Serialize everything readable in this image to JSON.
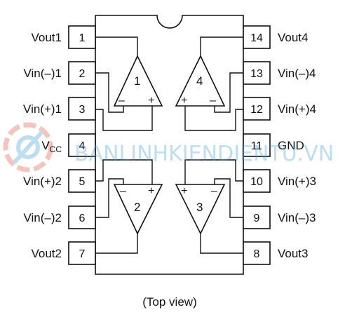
{
  "pins": [
    {
      "num": "1",
      "label": "Vout1"
    },
    {
      "num": "2",
      "label": "Vin(–)1"
    },
    {
      "num": "3",
      "label": "Vin(+)1"
    },
    {
      "num": "4",
      "label": "V",
      "sub": "CC"
    },
    {
      "num": "5",
      "label": "Vin(+)2"
    },
    {
      "num": "6",
      "label": "Vin(–)2"
    },
    {
      "num": "7",
      "label": "Vout2"
    },
    {
      "num": "8",
      "label": "Vout3"
    },
    {
      "num": "9",
      "label": "Vin(–)3"
    },
    {
      "num": "10",
      "label": "Vin(+)3"
    },
    {
      "num": "11",
      "label": "GND"
    },
    {
      "num": "12",
      "label": "Vin(+)4"
    },
    {
      "num": "13",
      "label": "Vin(–)4"
    },
    {
      "num": "14",
      "label": "Vout4"
    }
  ],
  "amplifiers": [
    {
      "num": "1",
      "minus": "–",
      "plus": "+"
    },
    {
      "num": "2",
      "minus": "–",
      "plus": "+"
    },
    {
      "num": "3",
      "minus": "–",
      "plus": "+"
    },
    {
      "num": "4",
      "minus": "–",
      "plus": "+"
    }
  ],
  "watermark": "BANLINHKIENDIENTU.VN",
  "caption": "(Top view)"
}
